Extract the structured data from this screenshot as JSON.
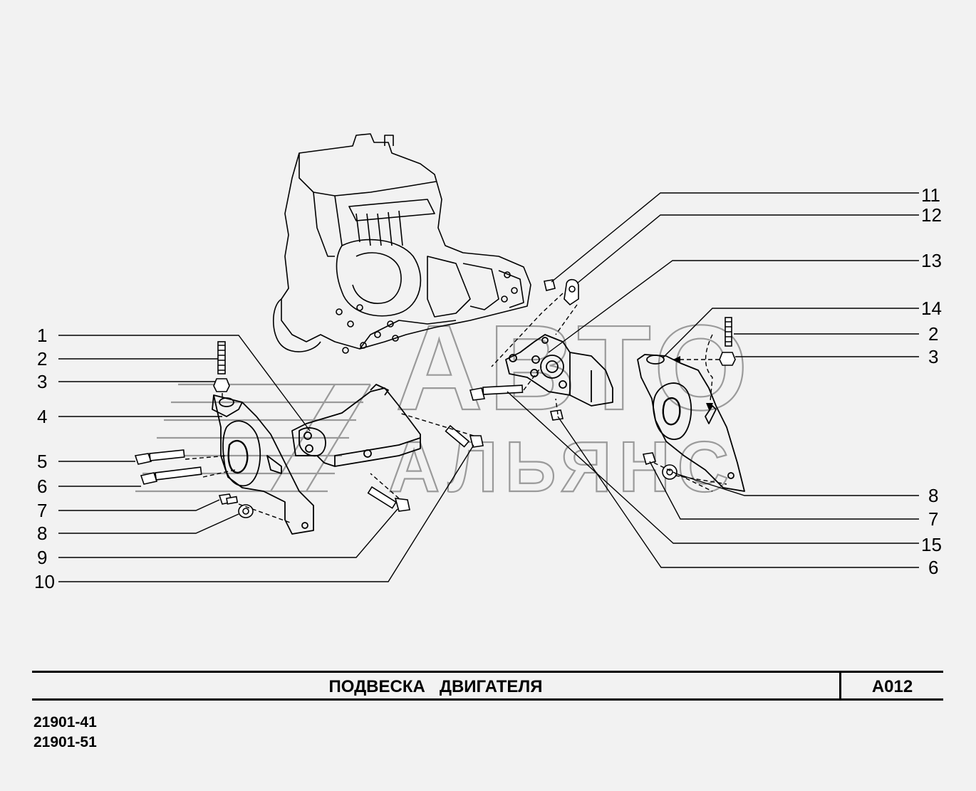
{
  "title": "ПОДВЕСКА   ДВИГАТЕЛЯ",
  "code": "A012",
  "models": [
    "21901-41",
    "21901-51"
  ],
  "watermark": {
    "line1": "АВТО",
    "line2": "АЛЬЯНС"
  },
  "callouts_left": [
    "1",
    "2",
    "3",
    "4",
    "5",
    "6",
    "7",
    "8",
    "9",
    "10"
  ],
  "callouts_right": [
    "11",
    "12",
    "13",
    "14",
    "2",
    "3",
    "8",
    "7",
    "15",
    "6"
  ]
}
